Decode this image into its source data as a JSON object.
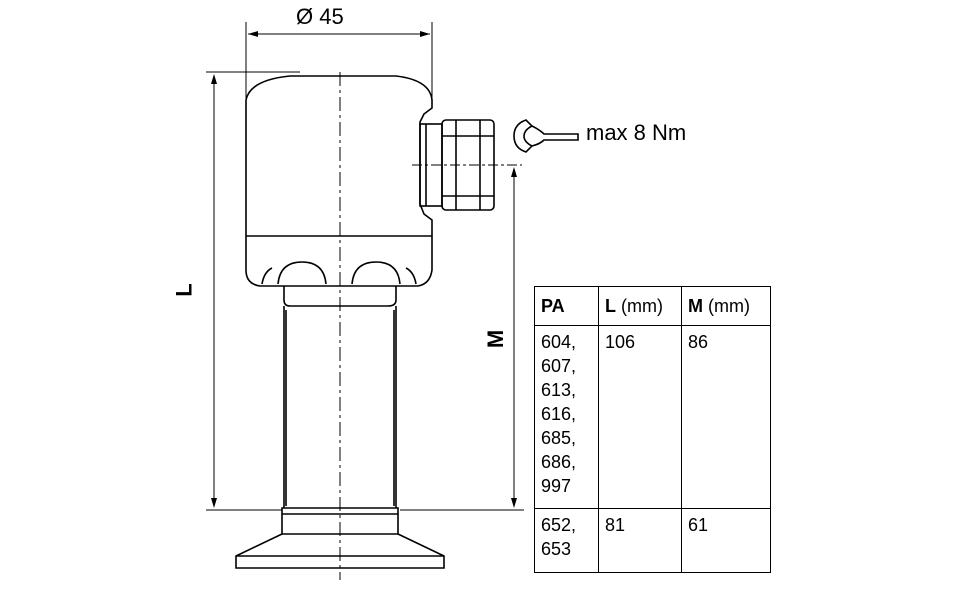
{
  "dimensions": {
    "diameter": "Ø 45",
    "torque": "max 8 Nm",
    "length_label": "L",
    "m_label": "M"
  },
  "table": {
    "headers": [
      {
        "key": "PA",
        "unit": ""
      },
      {
        "key": "L",
        "unit": " (mm)"
      },
      {
        "key": "M",
        "unit": " (mm)"
      }
    ],
    "rows": [
      {
        "pa": "604,\n607,\n613,\n616,\n685,\n686,\n997",
        "l": "106",
        "m": "86"
      },
      {
        "pa": "652,\n653",
        "l": "81",
        "m": "61"
      }
    ]
  }
}
